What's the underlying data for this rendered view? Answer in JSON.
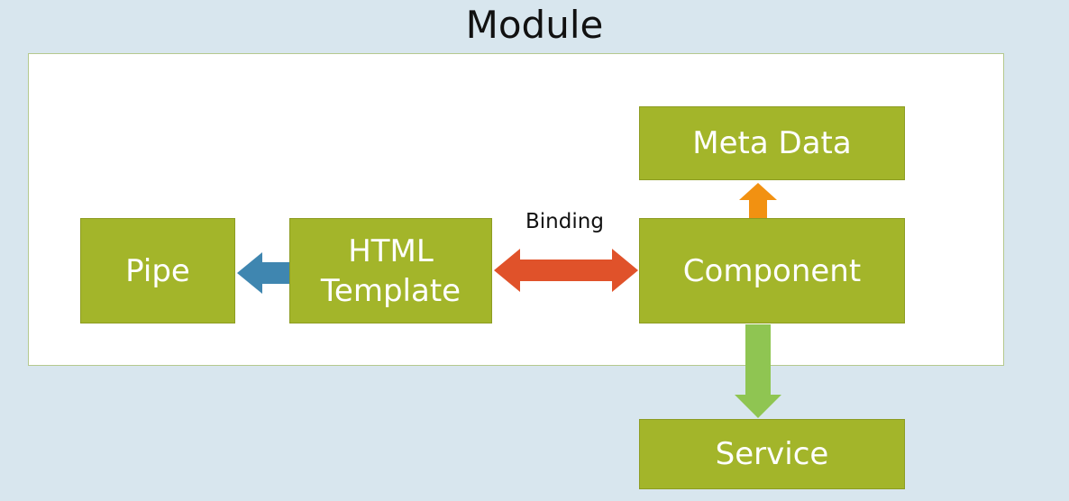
{
  "title": "Module",
  "nodes": {
    "pipe": "Pipe",
    "html_template": "HTML\nTemplate",
    "component": "Component",
    "meta_data": "Meta Data",
    "service": "Service"
  },
  "edges": {
    "binding": "Binding"
  },
  "colors": {
    "background": "#d8e6ee",
    "box_fill": "#a3b52a",
    "arrow_template_to_pipe": "#3f86b0",
    "arrow_binding": "#e0522a",
    "arrow_component_to_meta": "#f29111",
    "arrow_component_to_service": "#8fc552"
  }
}
